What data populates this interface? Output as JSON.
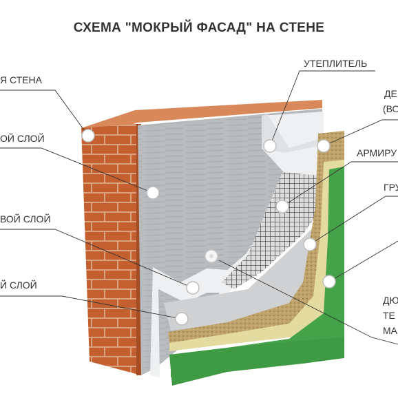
{
  "title": "СХЕМА \"МОКРЫЙ ФАСАД\" НА СТЕНЕ",
  "labels": {
    "wall": "Я СТЕНА",
    "utepl": "УТЕПЛИТЕЛЬ",
    "dek1": "ДЕ",
    "dek2": "(ВО",
    "oy1": "ОЙ СЛОЙ",
    "armir": "АРМИРУ",
    "gru": "ГРУ",
    "voy": "ВОЙ СЛОЙ",
    "yslo": "Й СЛОЙ",
    "du1": "ДЮ",
    "du2": "ТЕ",
    "du3": "МА"
  },
  "colors": {
    "brick": "#c4602f",
    "mortar": "#d9a37f",
    "plaster": "#b9bcbf",
    "foam": "#eef0f1",
    "glue": "#cfd1d3",
    "mesh": "#3c3c3c",
    "sand": "#bfa36a",
    "primer": "#e3dba0",
    "green": "#44a348"
  }
}
